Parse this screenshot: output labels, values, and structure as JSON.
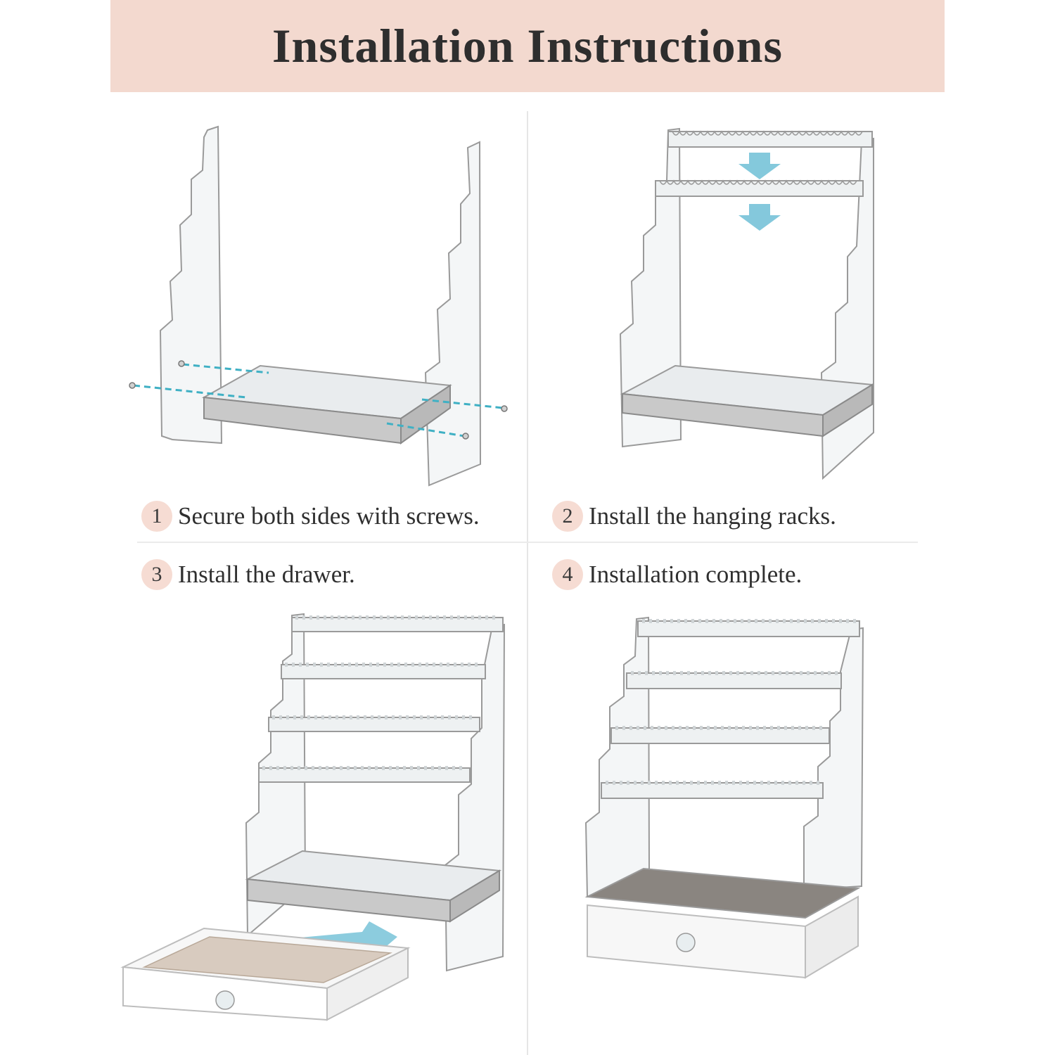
{
  "header": {
    "title": "Installation Instructions"
  },
  "steps": [
    {
      "number": "1",
      "text": "Secure both sides with screws."
    },
    {
      "number": "2",
      "text": "Install the hanging racks."
    },
    {
      "number": "3",
      "text": "Install the drawer."
    },
    {
      "number": "4",
      "text": "Installation complete."
    }
  ],
  "colors": {
    "header_bg": "#f3d9cf",
    "badge_bg": "#f6dcd3",
    "arrow": "#6fbfd6",
    "acrylic_edge": "#9a9a9a",
    "tray_tint": "#c9c9c9",
    "drawer_liner": "#d8cbbf"
  }
}
